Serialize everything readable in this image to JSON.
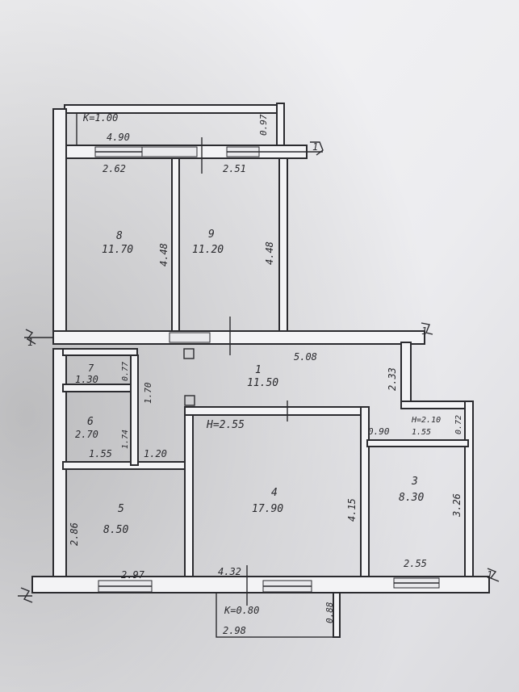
{
  "rooms": [
    {
      "number": "1",
      "area": "11.50"
    },
    {
      "number": "3",
      "area": "8.30"
    },
    {
      "number": "4",
      "area": "17.90"
    },
    {
      "number": "5",
      "area": "8.50"
    },
    {
      "number": "6",
      "area": "2.70"
    },
    {
      "number": "7",
      "area": "1.30"
    },
    {
      "number": "8",
      "area": "11.70"
    },
    {
      "number": "9",
      "area": "11.20"
    }
  ],
  "dims": {
    "k_top": "K=1.00",
    "balcony_top_len": "4.90",
    "balcony_top_depth": "0.97",
    "r8_width": "2.62",
    "r9_width": "2.51",
    "r8_length": "4.48",
    "r9_length": "4.48",
    "hall_len": "5.08",
    "r3_upper": "2.33",
    "r7_w": "0.77",
    "r6_h": "1.70",
    "r6_w2": "1.74",
    "r6_w": "1.55",
    "corr_w": "1.20",
    "h_main": "H=2.55",
    "h_small": "H=2.10",
    "small_w": "0.72",
    "small_len": "1.55",
    "r3_door": "0.90",
    "r4_h": "4.15",
    "r3_h": "3.26",
    "r5_h": "2.86",
    "r5_w": "2.97",
    "r4_w": "4.32",
    "r3_w": "2.55",
    "k_bottom": "K=0.80",
    "balcony_bot_len": "2.98",
    "balcony_bot_depth": "0.88"
  },
  "section_marks": {
    "left": "1",
    "right": "1",
    "top_right": "1",
    "mid_right": "1"
  },
  "colors": {
    "paper": "#f3f3f5",
    "ink": "#2b2b2f",
    "shadow": "#8d8f92"
  }
}
